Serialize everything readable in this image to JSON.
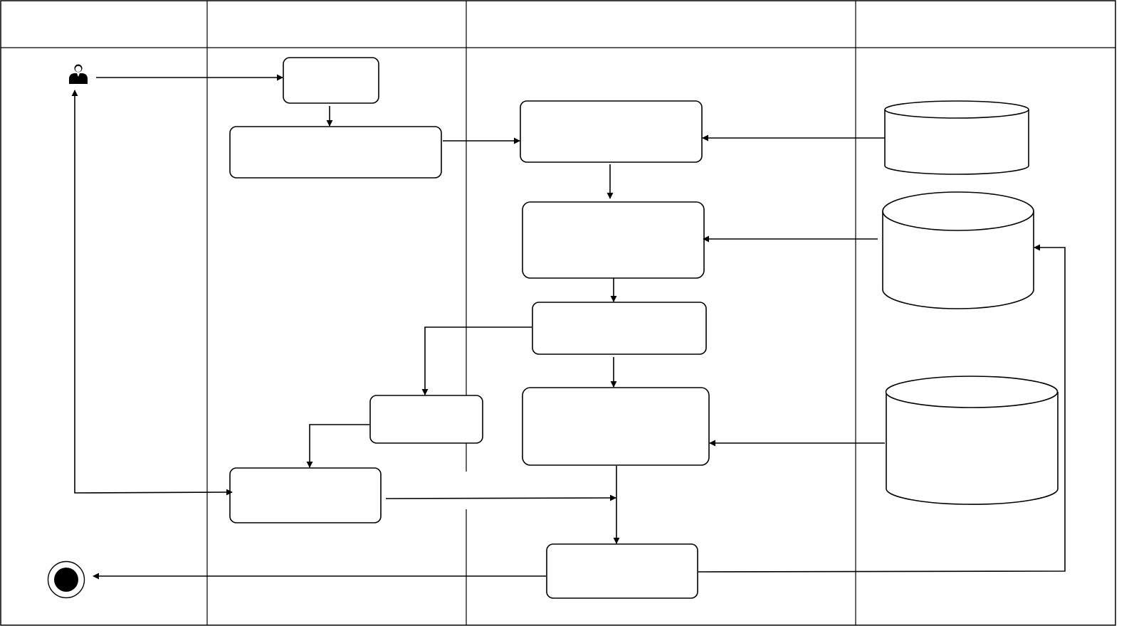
{
  "diagram": {
    "type": "swimlane-activity-diagram",
    "lanes": [
      {
        "id": "lane-1",
        "title": ""
      },
      {
        "id": "lane-2",
        "title": ""
      },
      {
        "id": "lane-3",
        "title": ""
      },
      {
        "id": "lane-4",
        "title": ""
      }
    ],
    "nodes": [
      {
        "id": "actor",
        "kind": "actor-icon",
        "label": ""
      },
      {
        "id": "box-1",
        "kind": "activity",
        "label": ""
      },
      {
        "id": "box-2",
        "kind": "activity",
        "label": ""
      },
      {
        "id": "box-3",
        "kind": "activity",
        "label": ""
      },
      {
        "id": "box-4",
        "kind": "activity",
        "label": ""
      },
      {
        "id": "box-5",
        "kind": "activity",
        "label": ""
      },
      {
        "id": "box-6",
        "kind": "activity",
        "label": ""
      },
      {
        "id": "box-7",
        "kind": "activity",
        "label": ""
      },
      {
        "id": "box-8",
        "kind": "activity",
        "label": ""
      },
      {
        "id": "box-9",
        "kind": "activity",
        "label": ""
      },
      {
        "id": "db-1",
        "kind": "database",
        "label": ""
      },
      {
        "id": "db-2",
        "kind": "database",
        "label": ""
      },
      {
        "id": "db-3",
        "kind": "database",
        "label": ""
      },
      {
        "id": "end",
        "kind": "final-node",
        "label": ""
      }
    ],
    "edges": [
      {
        "from": "actor",
        "to": "box-1"
      },
      {
        "from": "box-1",
        "to": "box-2"
      },
      {
        "from": "box-2",
        "to": "box-3"
      },
      {
        "from": "db-1",
        "to": "box-3"
      },
      {
        "from": "box-3",
        "to": "box-4"
      },
      {
        "from": "db-2",
        "to": "box-4"
      },
      {
        "from": "box-4",
        "to": "box-5"
      },
      {
        "from": "box-5",
        "to": "box-6"
      },
      {
        "from": "box-5",
        "to": "box-7"
      },
      {
        "from": "db-3",
        "to": "box-7"
      },
      {
        "from": "box-6",
        "to": "box-8"
      },
      {
        "from": "box-8",
        "to": "actor"
      },
      {
        "from": "box-8",
        "to": "box-9"
      },
      {
        "from": "box-7",
        "to": "box-9"
      },
      {
        "from": "box-9",
        "to": "end"
      },
      {
        "from": "box-9",
        "to": "db-2"
      }
    ],
    "colors": {
      "stroke": "#000000",
      "fill": "#ffffff",
      "final_node": "#000000"
    }
  }
}
